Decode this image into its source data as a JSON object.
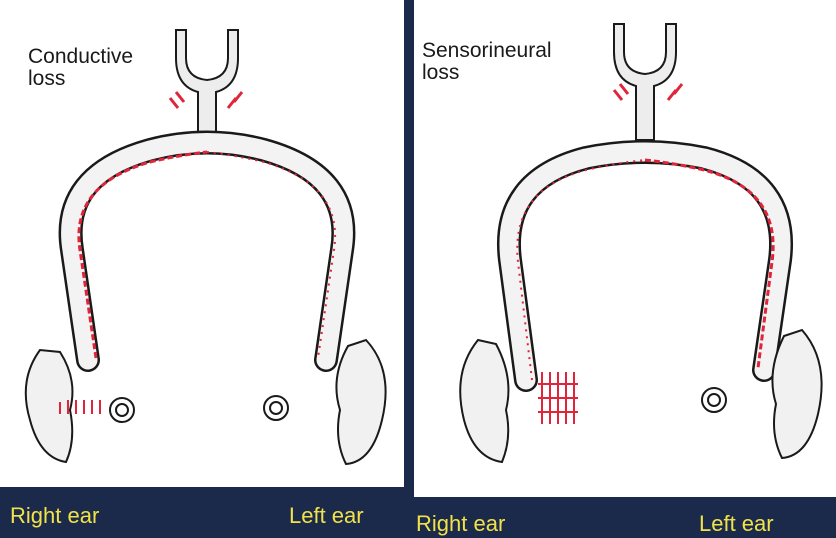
{
  "panels": [
    {
      "title": "Conductive\nloss"
    },
    {
      "title": "Sensorineural\nloss"
    }
  ],
  "labels": {
    "left_panel_right_ear": "Right ear",
    "left_panel_left_ear": "Left ear",
    "right_panel_right_ear": "Right ear",
    "right_panel_left_ear": "Left ear"
  },
  "colors": {
    "background": "#1b2a4a",
    "label": "#f2e24a",
    "sound_wave": "#e0243a",
    "ink": "#1a1a1a"
  }
}
